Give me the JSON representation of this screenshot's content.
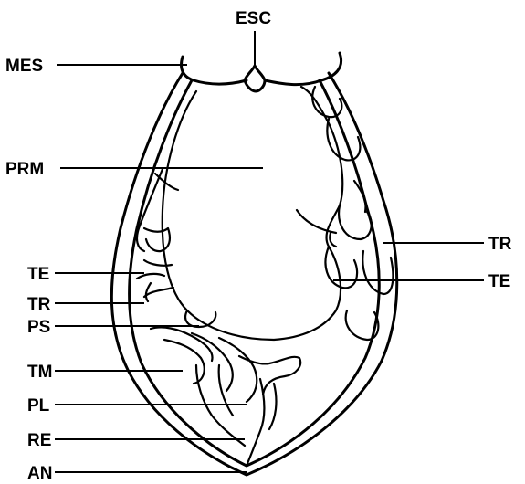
{
  "labels": {
    "esc": "ESC",
    "mes": "MES",
    "prm": "PRM",
    "te_left": "TE",
    "tr_left": "TR",
    "ps": "PS",
    "tm": "TM",
    "pl": "PL",
    "re": "RE",
    "an": "AN",
    "tr_right": "TR",
    "te_right": "TE"
  }
}
